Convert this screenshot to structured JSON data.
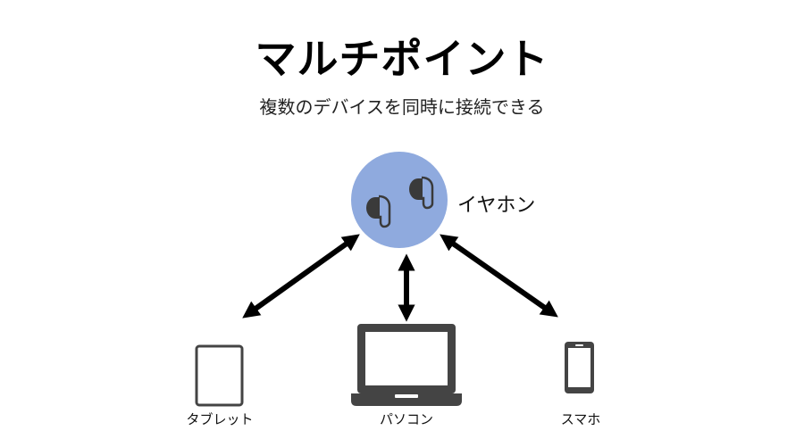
{
  "title": "マルチポイント",
  "subtitle": "複数のデバイスを同時に接続できる",
  "hub": {
    "label": "イヤホン",
    "icon": "earbuds-icon",
    "circle_color": "#8faade"
  },
  "devices": [
    {
      "label": "タブレット",
      "icon": "tablet-icon"
    },
    {
      "label": "パソコン",
      "icon": "laptop-icon"
    },
    {
      "label": "スマホ",
      "icon": "smartphone-icon"
    }
  ],
  "colors": {
    "arrow": "#000000",
    "device": "#444444"
  }
}
